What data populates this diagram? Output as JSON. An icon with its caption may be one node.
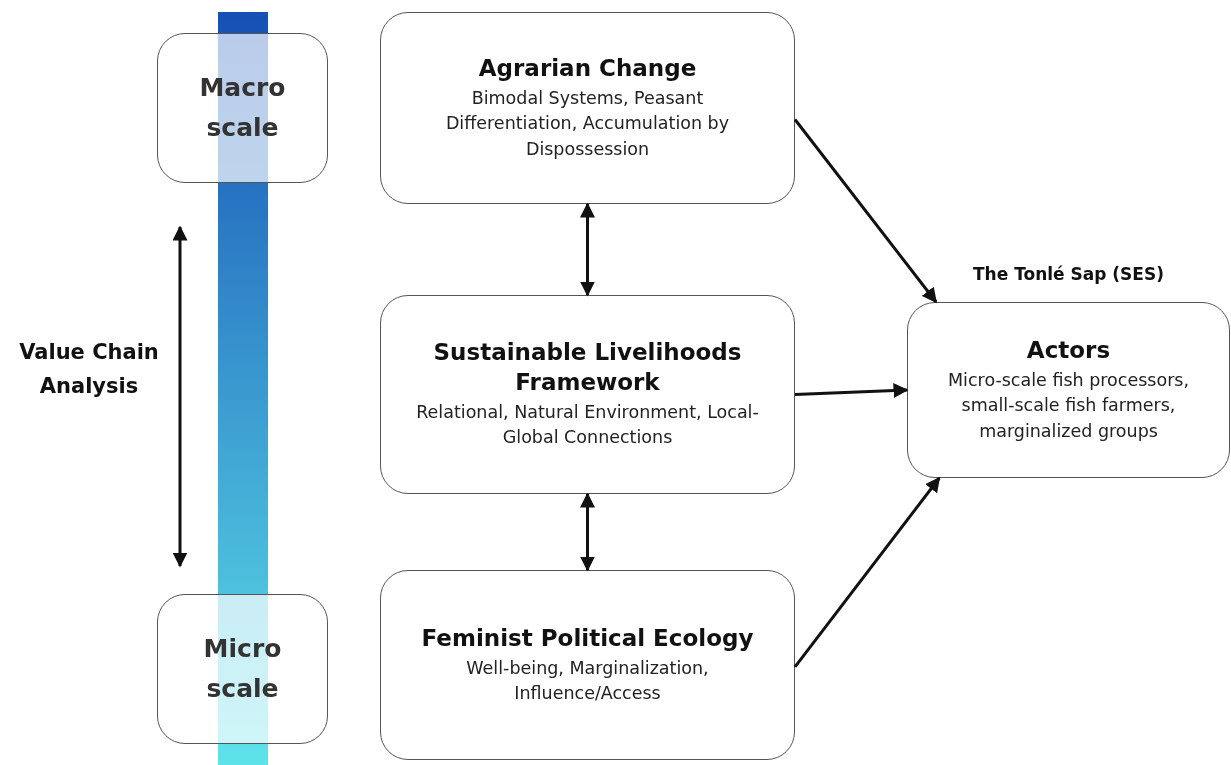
{
  "diagram": {
    "nodes": [
      {
        "text": [
          "Macro scale"
        ]
      },
      {
        "text": [
          "Agrarian Change",
          "Bimodal Systems, Peasant Differentiation, Accumulation by Dispossession"
        ]
      },
      {
        "text": [
          "Sustainable Livelihoods Framework",
          "Relational, Natural Environment, Local-Global Connections"
        ]
      },
      {
        "text": [
          "Actors",
          "Micro-scale fish processors, small-scale fish farmers, marginalized groups"
        ],
        "beside": [
          "The Tonlé Sap (SES)"
        ]
      },
      {
        "text": [
          "Micro scale"
        ]
      },
      {
        "text": [
          "Feminist Political Ecology",
          "Well-being, Marginalization, Influence/Access"
        ]
      },
      {
        "text": [],
        "shape": "bar"
      }
    ],
    "edges": [
      {
        "from": 1,
        "to": 2,
        "arrow": "both"
      },
      {
        "from": 2,
        "to": 5,
        "arrow": "both"
      },
      {
        "from": 1,
        "to": 3,
        "arrow": "to"
      },
      {
        "from": 2,
        "to": 3,
        "arrow": "to"
      },
      {
        "from": 5,
        "to": 3,
        "arrow": "to"
      }
    ],
    "labels": [
      "Value Chain Analysis"
    ]
  }
}
